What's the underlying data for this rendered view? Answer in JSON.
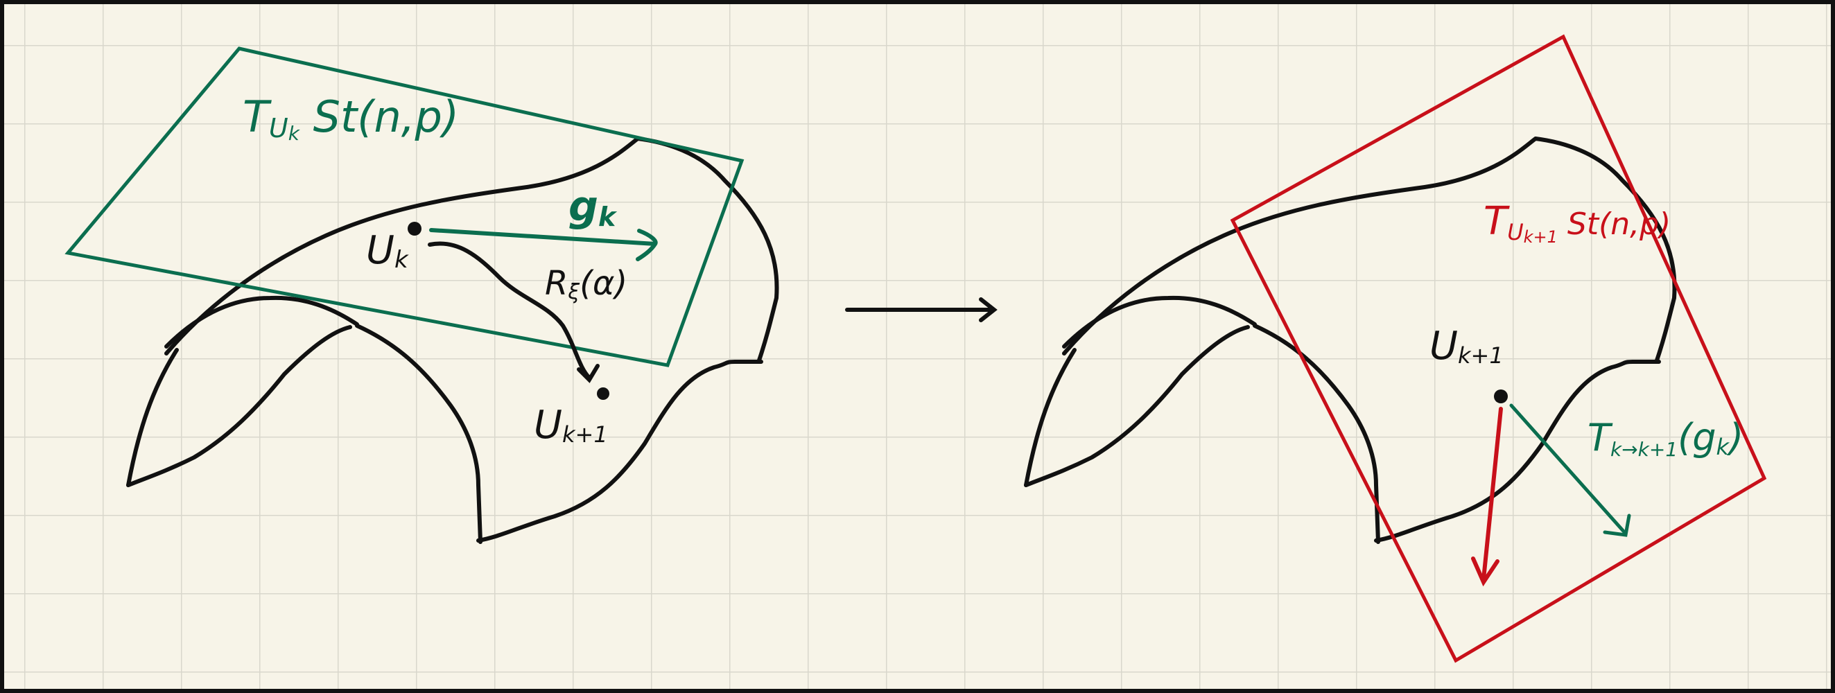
{
  "labels": {
    "tangent_space_k": "T_{U_k} St(n,p)",
    "tangent_space_k1": "T_{U_{k+1}} St(n,p)",
    "gradient": "g_k",
    "point_k": "U_k",
    "retraction": "R_ξ(α)",
    "point_k1_left": "U_{k+1}",
    "point_k1_right": "U_{k+1}",
    "transport": "T_{k→k+1}(g_k)"
  },
  "colors": {
    "paper": "#f7f4e8",
    "grid": "#d9d7cc",
    "ink": "#111111",
    "green": "#0b6e4f",
    "red": "#c8101a"
  }
}
